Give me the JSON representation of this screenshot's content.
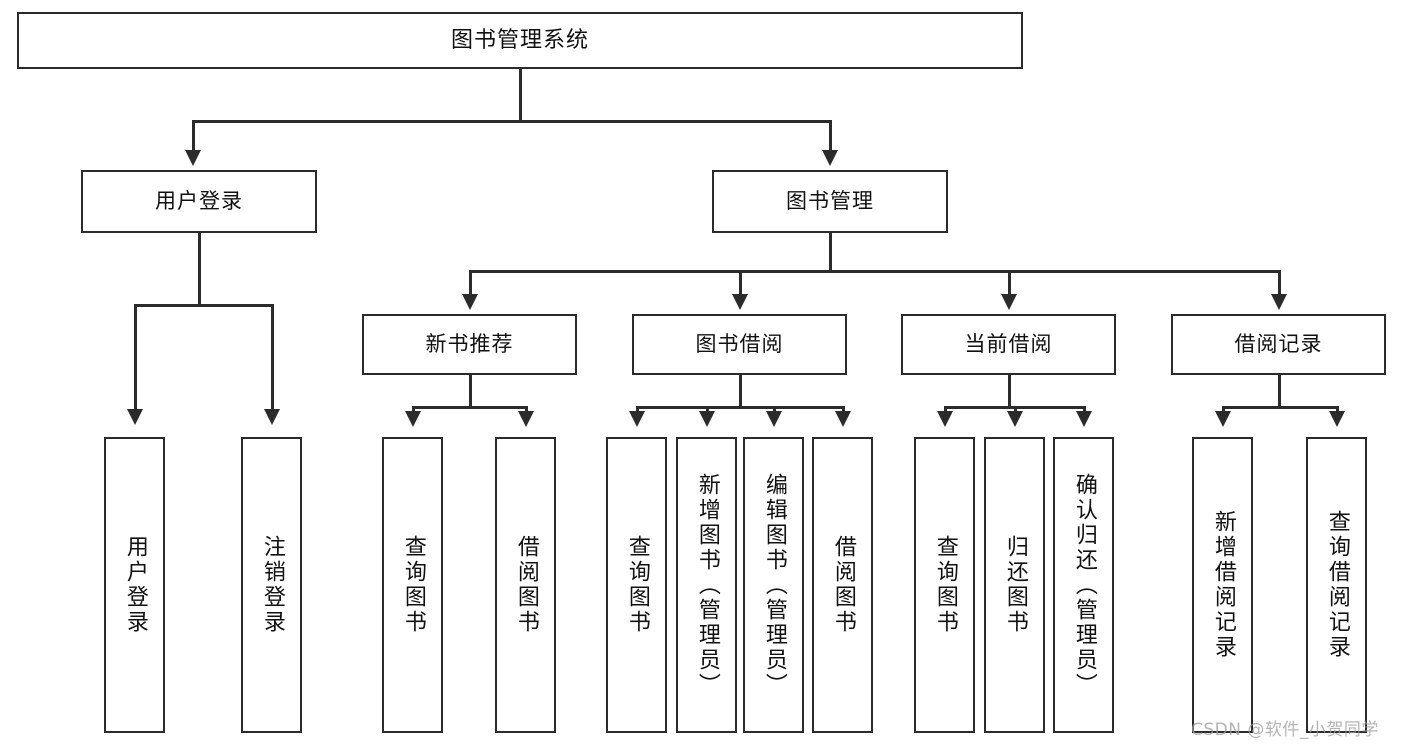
{
  "diagram": {
    "title": "图书管理系统",
    "type": "tree",
    "watermark": "CSDN @软件_小贺同学",
    "colors": {
      "stroke": "#2b2b2b",
      "fill": "#ffffff",
      "text": "#111111",
      "watermark": "#9a9a9a"
    },
    "nodes": {
      "root": {
        "label": "图书管理系统"
      },
      "level2": [
        {
          "id": "user-login",
          "label": "用户登录"
        },
        {
          "id": "book-manage",
          "label": "图书管理"
        }
      ],
      "level3": [
        {
          "id": "new-book-recommend",
          "label": "新书推荐"
        },
        {
          "id": "book-borrow",
          "label": "图书借阅"
        },
        {
          "id": "current-borrow",
          "label": "当前借阅"
        },
        {
          "id": "borrow-record",
          "label": "借阅记录"
        }
      ],
      "leaves": {
        "user-login": [
          {
            "id": "leaf-user-login",
            "label": "用户登录"
          },
          {
            "id": "leaf-user-logout",
            "label": "注销登录"
          }
        ],
        "new-book-recommend": [
          {
            "id": "leaf-query-book-1",
            "label": "查询图书"
          },
          {
            "id": "leaf-borrow-book-1",
            "label": "借阅图书"
          }
        ],
        "book-borrow": [
          {
            "id": "leaf-query-book-2",
            "label": "查询图书"
          },
          {
            "id": "leaf-add-book",
            "label": "新增图书（管理员）"
          },
          {
            "id": "leaf-edit-book",
            "label": "编辑图书（管理员）"
          },
          {
            "id": "leaf-borrow-book-2",
            "label": "借阅图书"
          }
        ],
        "current-borrow": [
          {
            "id": "leaf-query-book-3",
            "label": "查询图书"
          },
          {
            "id": "leaf-return-book",
            "label": "归还图书"
          },
          {
            "id": "leaf-confirm-return",
            "label": "确认归还（管理员）"
          }
        ],
        "borrow-record": [
          {
            "id": "leaf-add-record",
            "label": "新增借阅记录"
          },
          {
            "id": "leaf-query-record",
            "label": "查询借阅记录"
          }
        ]
      }
    }
  }
}
